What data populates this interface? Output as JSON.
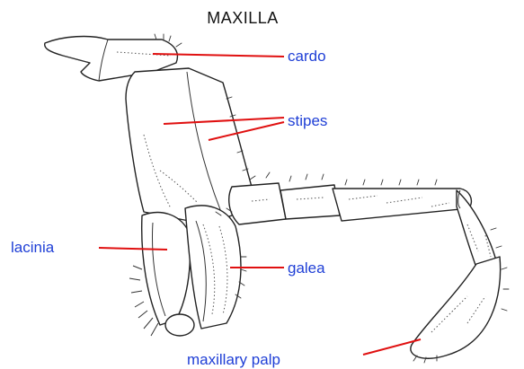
{
  "title": "MAXILLA",
  "colors": {
    "label": "#1f3fd6",
    "leader": "#e01010",
    "drawing": "#222222"
  },
  "labels": {
    "cardo": "cardo",
    "stipes": "stipes",
    "lacinia": "lacinia",
    "galea": "galea",
    "maxillary_palp": "maxillary palp"
  }
}
